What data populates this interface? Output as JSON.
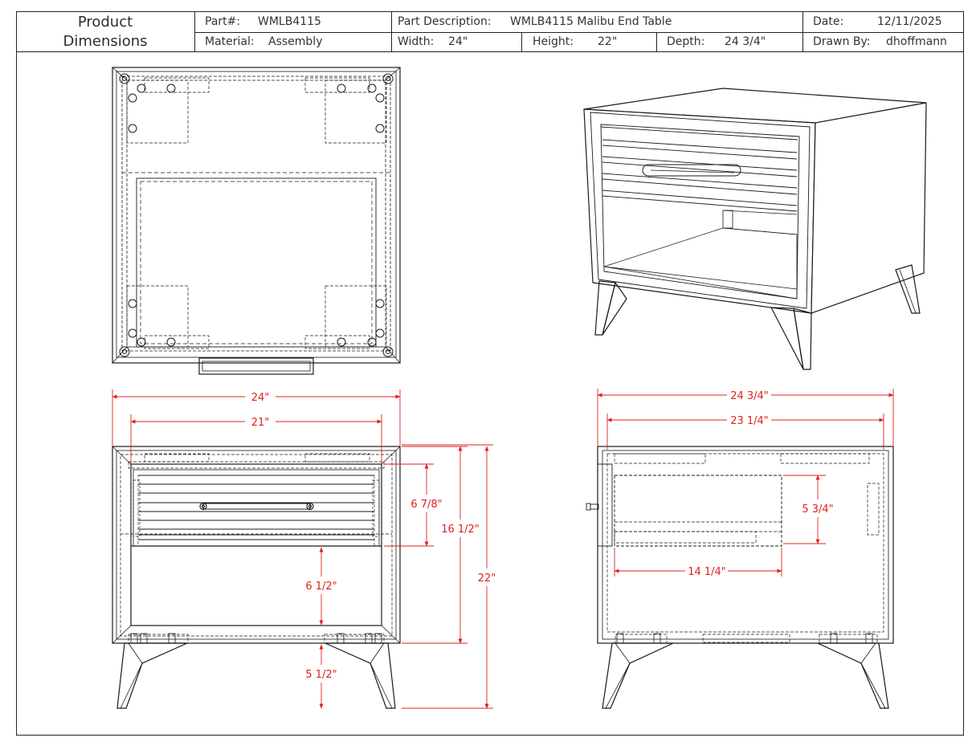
{
  "title_block": {
    "heading_line1": "Product",
    "heading_line2": "Dimensions",
    "part_label": "Part#:",
    "part_value": "WMLB4115",
    "material_label": "Material:",
    "material_value": "Assembly",
    "desc_label": "Part Description:",
    "desc_value": "WMLB4115 Malibu End Table",
    "width_label": "Width:",
    "width_value": "24\"",
    "height_label": "Height:",
    "height_value": "22\"",
    "depth_label": "Depth:",
    "depth_value": "24 3/4\"",
    "date_label": "Date:",
    "date_value": "12/11/2025",
    "drawn_label": "Drawn By:",
    "drawn_value": "dhoffmann"
  },
  "dimensions": {
    "overall_width": "24\"",
    "inner_width": "21\"",
    "drawer_height": "6 7/8\"",
    "case_height": "16 1/2\"",
    "overall_height": "22\"",
    "open_shelf_height": "6 1/2\"",
    "leg_height": "5 1/2\"",
    "overall_depth": "24 3/4\"",
    "inner_depth": "23 1/4\"",
    "drawer_box_height": "5 3/4\"",
    "drawer_box_depth": "14 1/4\""
  },
  "colors": {
    "line": "#1a1a1a",
    "dim": "#e0201c"
  }
}
